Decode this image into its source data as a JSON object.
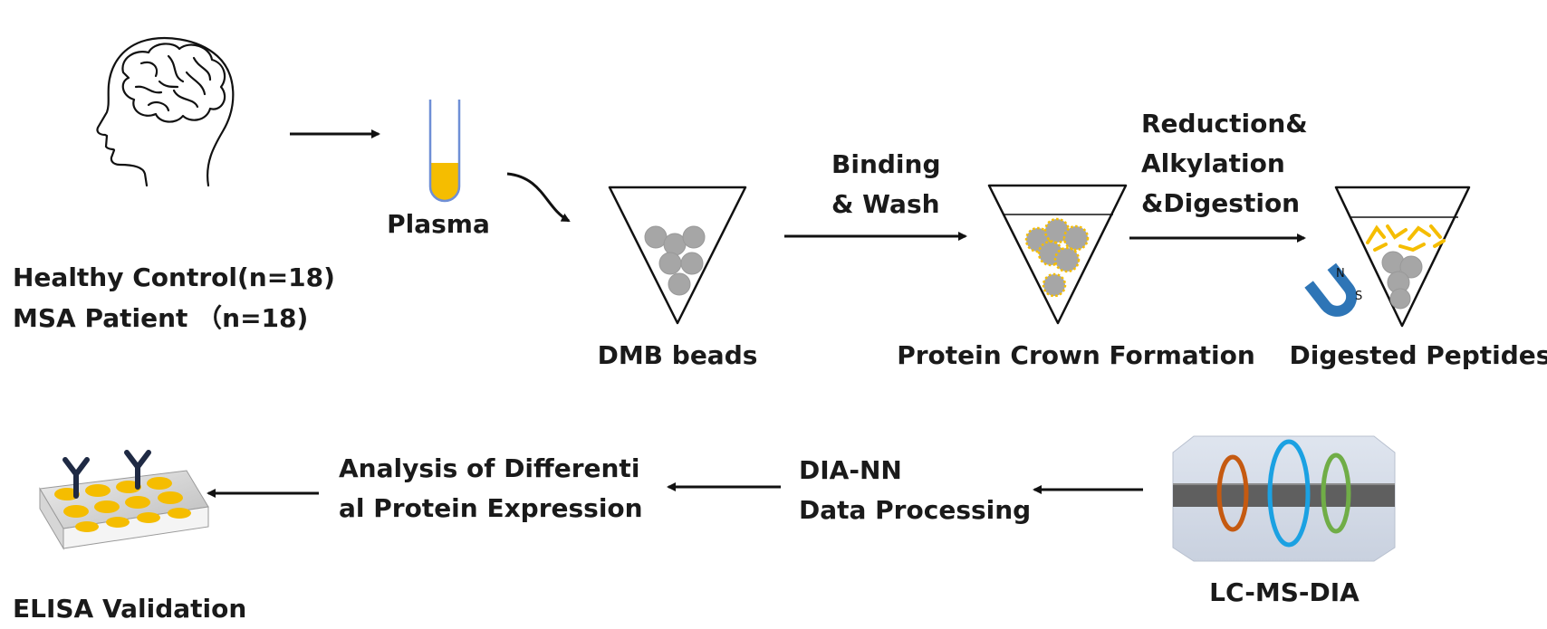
{
  "cohort": {
    "line1": "Healthy Control(n=18)",
    "line2": "MSA Patient （n=18)"
  },
  "steps": {
    "plasma": "Plasma",
    "dmb_beads": "DMB beads",
    "binding_wash": "Binding\n& Wash",
    "protein_crown": "Protein Crown Formation",
    "reduction": "Reduction&\nAlkylation\n&Digestion",
    "digested": "Digested Peptides",
    "lcms": "LC-MS-DIA",
    "dia_nn": "DIA-NN\nData Processing",
    "analysis": "Analysis of Differenti\nal Protein Expression",
    "elisa": "ELISA Validation"
  },
  "magnet": {
    "north": "N",
    "south": "S"
  },
  "colors": {
    "plasma_fill": "#f5bd00",
    "tube_line": "#6f8fd6",
    "bead": "#a6a6a6",
    "crown_dots": "#f5bd00",
    "peptides": "#f5bd00",
    "magnet": "#2e75b6",
    "ring_orange": "#c55a11",
    "ring_blue": "#1ba1e2",
    "ring_green": "#70ad47",
    "plate_well": "#f5bd00",
    "antibody": "#1f2a44"
  }
}
